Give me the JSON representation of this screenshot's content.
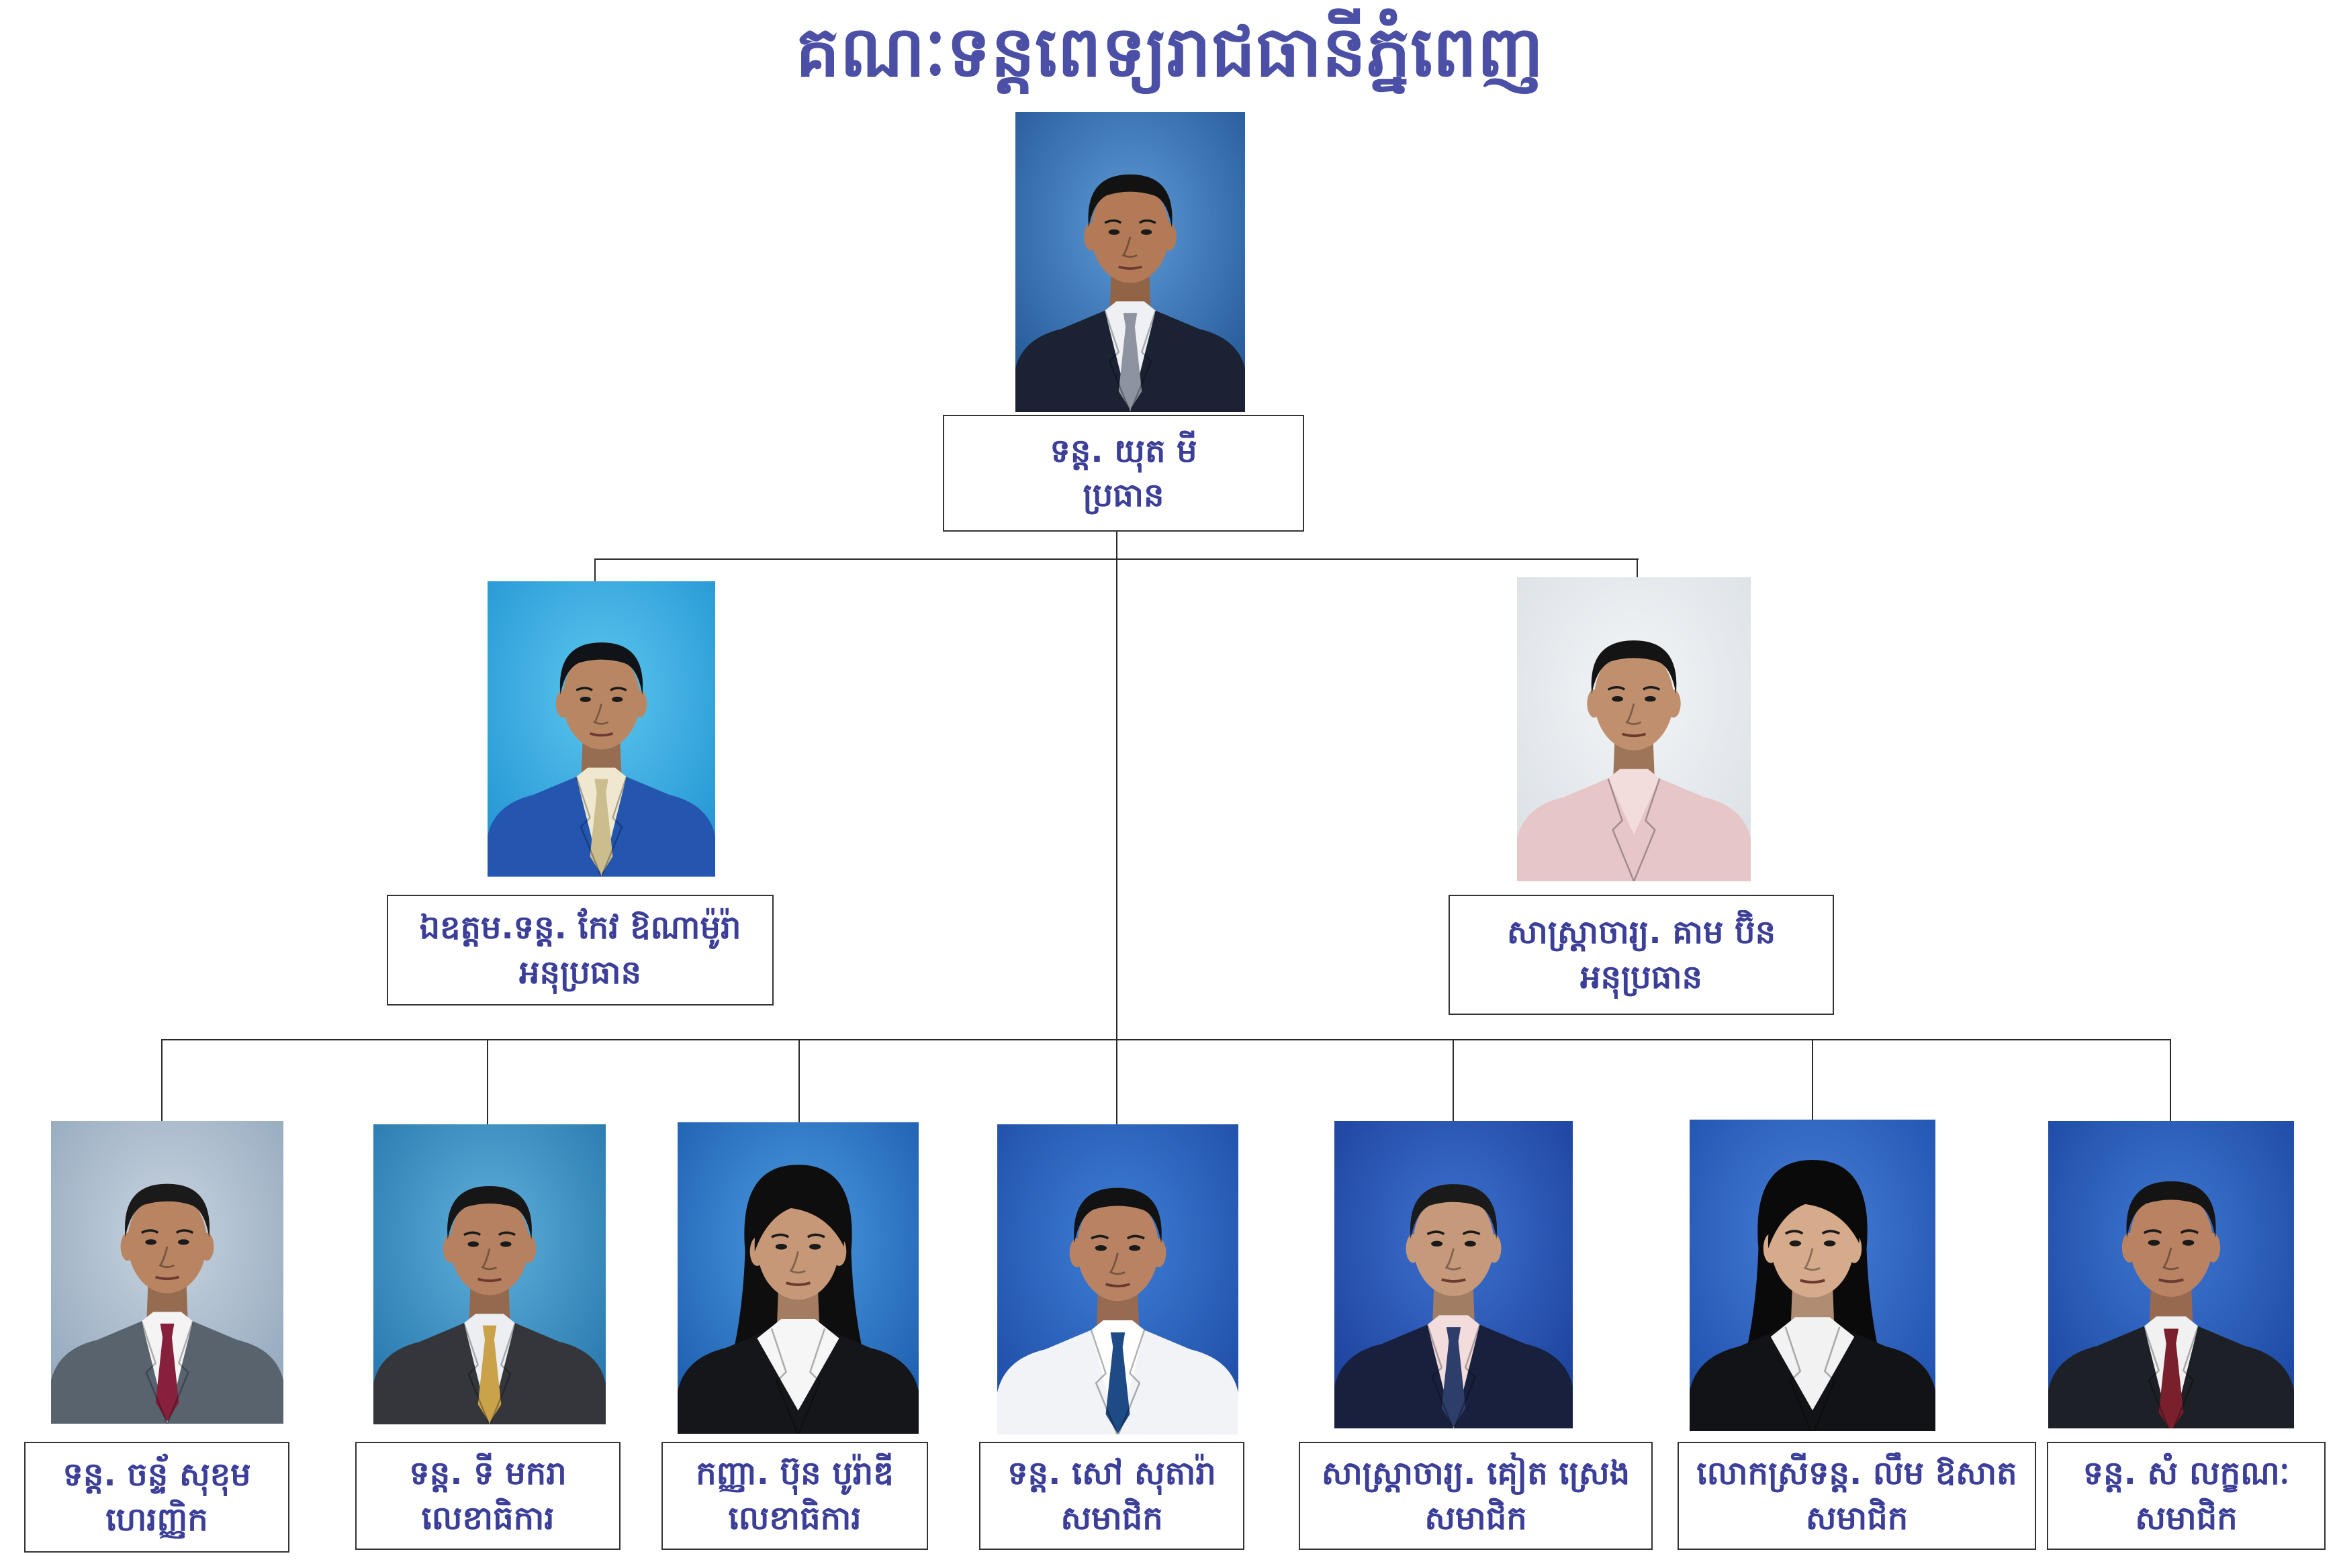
{
  "title": "គណៈទន្តពេទ្យរាជធានីភ្នំពេញ",
  "colors": {
    "title": "#4b50a6",
    "text": "#3c3f98",
    "line": "#2a2a2a",
    "box_border": "#333333"
  },
  "members": {
    "president": {
      "name": "ទន្ត. យុត មី",
      "role": "ប្រធាន",
      "photo": {
        "icon": "man-portrait",
        "background": "#5d9ad6",
        "background_dark": "#1d4f8f",
        "suit": "#1b2233",
        "shirt": "#eef0f4",
        "tie": "#8d93a0",
        "skin": "#b27a56",
        "hair": "#121212"
      }
    },
    "vice_presidents": [
      {
        "name": "ឯឧត្តម.ទន្ត. កែវ ឱណាម៉ូរ៉ា",
        "role": "អនុប្រធាន",
        "photo": {
          "icon": "man-portrait",
          "background": "#5cc6ee",
          "background_dark": "#1c8fd0",
          "suit": "#2456b0",
          "shirt": "#efe8cf",
          "tie": "#cbbd8e",
          "skin": "#b98664",
          "hair": "#101418"
        }
      },
      {
        "name": "សាស្ត្រាចារ្យ. គាម ប៊ិន",
        "role": "អនុប្រធាន",
        "photo": {
          "icon": "man-portrait",
          "background": "#f3f5f7",
          "background_dark": "#d8dee4",
          "suit": "#e7c6c8",
          "shirt": "#f3dcdc",
          "tie": null,
          "skin": "#c0906e",
          "hair": "#141414"
        }
      }
    ],
    "committee": [
      {
        "name": "ទន្ត. ចន្ទ័ សុខុម",
        "role": "ហេរញ្ញិក",
        "photo": {
          "icon": "man-portrait",
          "background": "#c8d4e0",
          "background_dark": "#8da2b8",
          "suit": "#59636e",
          "shirt": "#f4f4f4",
          "tie": "#86203c",
          "skin": "#b88462",
          "hair": "#1a1a1a"
        }
      },
      {
        "name": "ទន្ត. ទី មករា",
        "role": "លេខាធិការ",
        "photo": {
          "icon": "man-portrait",
          "background": "#5fb0dc",
          "background_dark": "#1f6fa6",
          "suit": "#34363c",
          "shirt": "#eceef2",
          "tie": "#c9a24a",
          "skin": "#b58160",
          "hair": "#161616"
        }
      },
      {
        "name": "កញ្ញា. ប៊ុន បូរ៉ាឌី",
        "role": "លេខាធិការ",
        "photo": {
          "icon": "woman-portrait",
          "background": "#4c9ae0",
          "background_dark": "#1656a8",
          "suit": "#15161a",
          "shirt": "#f6f6f6",
          "tie": null,
          "skin": "#c79877",
          "hair": "#0e0e0e"
        }
      },
      {
        "name": "ទន្ត. សៅ សុតារ៉ា",
        "role": "សមាជិក",
        "photo": {
          "icon": "man-portrait",
          "background": "#3f7fd6",
          "background_dark": "#1a46a0",
          "suit": "#f1f3f6",
          "shirt": "#ffffff",
          "tie": "#1e4a86",
          "skin": "#b98363",
          "hair": "#121212"
        }
      },
      {
        "name": "សាស្ត្រាចារ្យ. គៀត ស្រេង",
        "role": "សមាជិក",
        "photo": {
          "icon": "man-portrait",
          "background": "#3e72d0",
          "background_dark": "#173a94",
          "suit": "#18203e",
          "shirt": "#f2dcdc",
          "tie": "#2e3e6a",
          "skin": "#c5997a",
          "hair": "#1a1a1a"
        }
      },
      {
        "name": "លោកស្រីទន្ត. លឹម ឱសាត",
        "role": "សមាជិក",
        "photo": {
          "icon": "woman-portrait",
          "background": "#4880d8",
          "background_dark": "#1a4aa8",
          "suit": "#121316",
          "shirt": "#f2f2f2",
          "tie": null,
          "skin": "#d6ab8c",
          "hair": "#0a0a0a"
        }
      },
      {
        "name": "ទន្ត. សំ លក្ខណៈ",
        "role": "សមាជិក",
        "photo": {
          "icon": "man-portrait",
          "background": "#3f78d2",
          "background_dark": "#16409a",
          "suit": "#1e2028",
          "shirt": "#f1f1f1",
          "tie": "#7a1f2c",
          "skin": "#b98262",
          "hair": "#141414"
        }
      }
    ]
  }
}
